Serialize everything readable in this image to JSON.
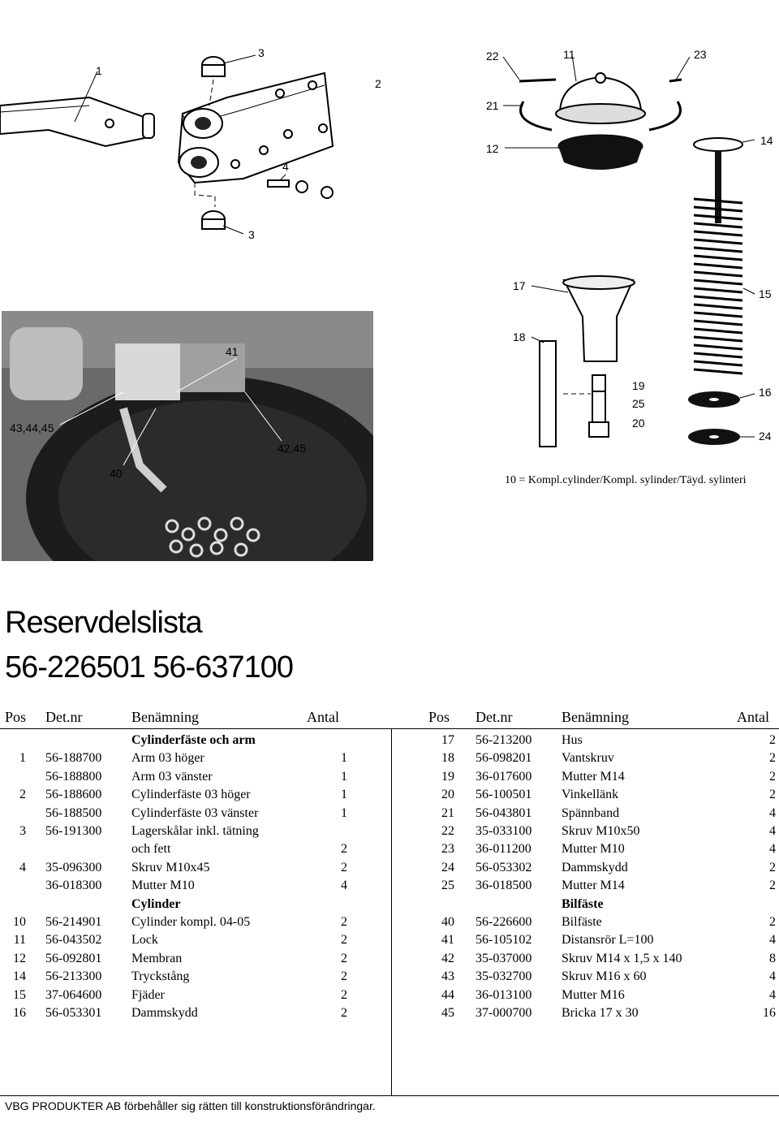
{
  "callouts": [
    {
      "id": "c1",
      "text": "1"
    },
    {
      "id": "c3a",
      "text": "3"
    },
    {
      "id": "c2",
      "text": "2"
    },
    {
      "id": "c4",
      "text": "4"
    },
    {
      "id": "c3b",
      "text": "3"
    },
    {
      "id": "c22",
      "text": "22"
    },
    {
      "id": "c11",
      "text": "11"
    },
    {
      "id": "c23",
      "text": "23"
    },
    {
      "id": "c21",
      "text": "21"
    },
    {
      "id": "c12",
      "text": "12"
    },
    {
      "id": "c14",
      "text": "14"
    },
    {
      "id": "c17",
      "text": "17"
    },
    {
      "id": "c15",
      "text": "15"
    },
    {
      "id": "c18",
      "text": "18"
    },
    {
      "id": "c19",
      "text": "19"
    },
    {
      "id": "c25",
      "text": "25"
    },
    {
      "id": "c20",
      "text": "20"
    },
    {
      "id": "c16",
      "text": "16"
    },
    {
      "id": "c24",
      "text": "24"
    },
    {
      "id": "c41",
      "text": "41"
    },
    {
      "id": "c43",
      "text": "43,44,45"
    },
    {
      "id": "c4245",
      "text": "42,45"
    },
    {
      "id": "c40",
      "text": "40"
    }
  ],
  "caption": "10 = Kompl.cylinder/Kompl. sylinder/Täyd. sylinteri",
  "title_line1": "Reservdelslista",
  "title_line2": "56-226501  56-637100",
  "headers": {
    "pos": "Pos",
    "detnr": "Det.nr",
    "name": "Benämning",
    "qty": "Antal"
  },
  "left_rows": [
    {
      "pos": "",
      "detnr": "",
      "name": "Cylinderfäste och arm",
      "qty": "",
      "bold": true
    },
    {
      "pos": "1",
      "detnr": "56-188700",
      "name": "Arm 03 höger",
      "qty": "1"
    },
    {
      "pos": "",
      "detnr": "56-188800",
      "name": "Arm 03 vänster",
      "qty": "1"
    },
    {
      "pos": "2",
      "detnr": "56-188600",
      "name": "Cylinderfäste 03 höger",
      "qty": "1"
    },
    {
      "pos": "",
      "detnr": "56-188500",
      "name": "Cylinderfäste 03 vänster",
      "qty": "1"
    },
    {
      "pos": "3",
      "detnr": "56-191300",
      "name": "Lagerskålar inkl. tätning",
      "qty": ""
    },
    {
      "pos": "",
      "detnr": "",
      "name": "och fett",
      "qty": "2"
    },
    {
      "pos": "4",
      "detnr": "35-096300",
      "name": "Skruv M10x45",
      "qty": "2"
    },
    {
      "pos": "",
      "detnr": "36-018300",
      "name": "Mutter M10",
      "qty": "4"
    },
    {
      "pos": "",
      "detnr": "",
      "name": "Cylinder",
      "qty": "",
      "bold": true
    },
    {
      "pos": "10",
      "detnr": "56-214901",
      "name": "Cylinder kompl. 04-05",
      "qty": "2"
    },
    {
      "pos": "11",
      "detnr": "56-043502",
      "name": "Lock",
      "qty": "2"
    },
    {
      "pos": "12",
      "detnr": "56-092801",
      "name": "Membran",
      "qty": "2"
    },
    {
      "pos": "14",
      "detnr": "56-213300",
      "name": "Tryckstång",
      "qty": "2"
    },
    {
      "pos": "15",
      "detnr": "37-064600",
      "name": "Fjäder",
      "qty": "2"
    },
    {
      "pos": "16",
      "detnr": "56-053301",
      "name": "Dammskydd",
      "qty": "2"
    }
  ],
  "right_rows": [
    {
      "pos": "17",
      "detnr": "56-213200",
      "name": "Hus",
      "qty": "2"
    },
    {
      "pos": "18",
      "detnr": "56-098201",
      "name": "Vantskruv",
      "qty": "2"
    },
    {
      "pos": "19",
      "detnr": "36-017600",
      "name": "Mutter M14",
      "qty": "2"
    },
    {
      "pos": "20",
      "detnr": "56-100501",
      "name": "Vinkellänk",
      "qty": "2"
    },
    {
      "pos": "21",
      "detnr": "56-043801",
      "name": "Spännband",
      "qty": "4"
    },
    {
      "pos": "22",
      "detnr": "35-033100",
      "name": "Skruv M10x50",
      "qty": "4"
    },
    {
      "pos": "23",
      "detnr": "36-011200",
      "name": "Mutter M10",
      "qty": "4"
    },
    {
      "pos": "24",
      "detnr": "56-053302",
      "name": "Dammskydd",
      "qty": "2"
    },
    {
      "pos": "25",
      "detnr": "36-018500",
      "name": "Mutter M14",
      "qty": "2"
    },
    {
      "pos": "",
      "detnr": "",
      "name": "Bilfäste",
      "qty": "",
      "bold": true
    },
    {
      "pos": "40",
      "detnr": "56-226600",
      "name": "Bilfäste",
      "qty": "2"
    },
    {
      "pos": "41",
      "detnr": "56-105102",
      "name": "Distansrör L=100",
      "qty": "4"
    },
    {
      "pos": "42",
      "detnr": "35-037000",
      "name": "Skruv M14 x 1,5 x 140",
      "qty": "8"
    },
    {
      "pos": "43",
      "detnr": "35-032700",
      "name": "Skruv M16 x 60",
      "qty": "4"
    },
    {
      "pos": "44",
      "detnr": "36-013100",
      "name": "Mutter M16",
      "qty": "4"
    },
    {
      "pos": "45",
      "detnr": "37-000700",
      "name": "Bricka 17 x 30",
      "qty": "16"
    }
  ],
  "footer": "VBG PRODUKTER AB förbehåller sig rätten till konstruktionsförändringar."
}
